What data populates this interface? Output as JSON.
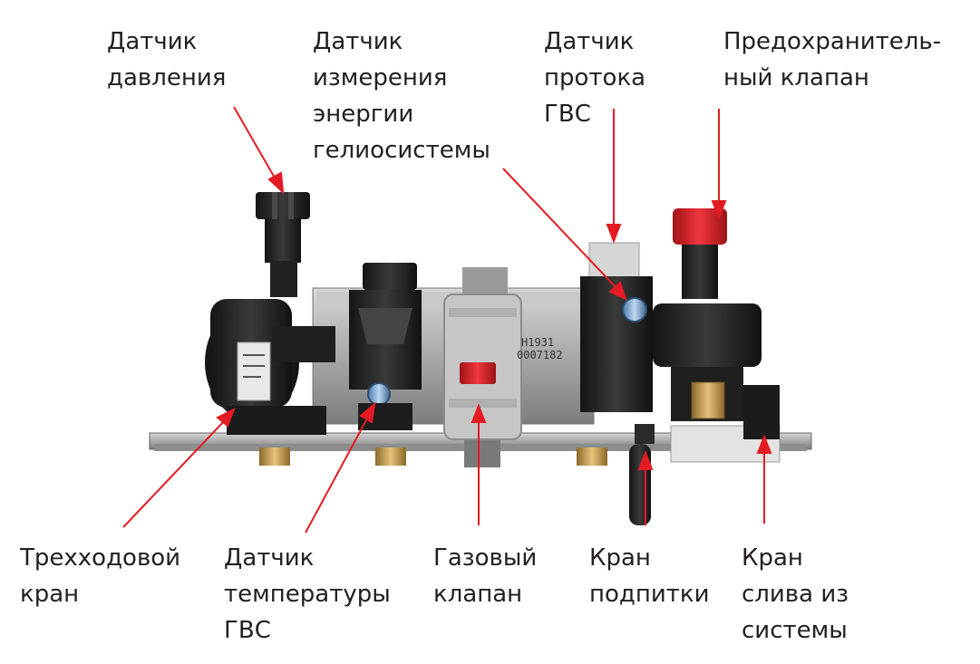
{
  "labels": {
    "pressure_sensor": "Датчик\nдавления",
    "solar_energy_sensor": "Датчик\nизмерения\nэнергии\nгелиосистемы",
    "dhw_flow_sensor": "Датчик\nпротока\nГВС",
    "safety_valve": "Предохранитель-\nный клапан",
    "three_way_valve": "Трехходовой\nкран",
    "dhw_temp_sensor": "Датчик\nтемпературы\nГВС",
    "gas_valve": "Газовый\nклапан",
    "fill_tap": "Кран\nподпитки",
    "drain_tap": "Кран\nслива из\nсистемы"
  },
  "colors": {
    "text": "#231f20",
    "arrow": "#e31b23",
    "metal": "#b8b8b8",
    "plastic": "#2b2b2b",
    "brass": "#c89b4a",
    "valve_red": "#e8242a"
  },
  "markings": {
    "gas_valve_code": "H1931",
    "gas_valve_code2": "0007182"
  }
}
